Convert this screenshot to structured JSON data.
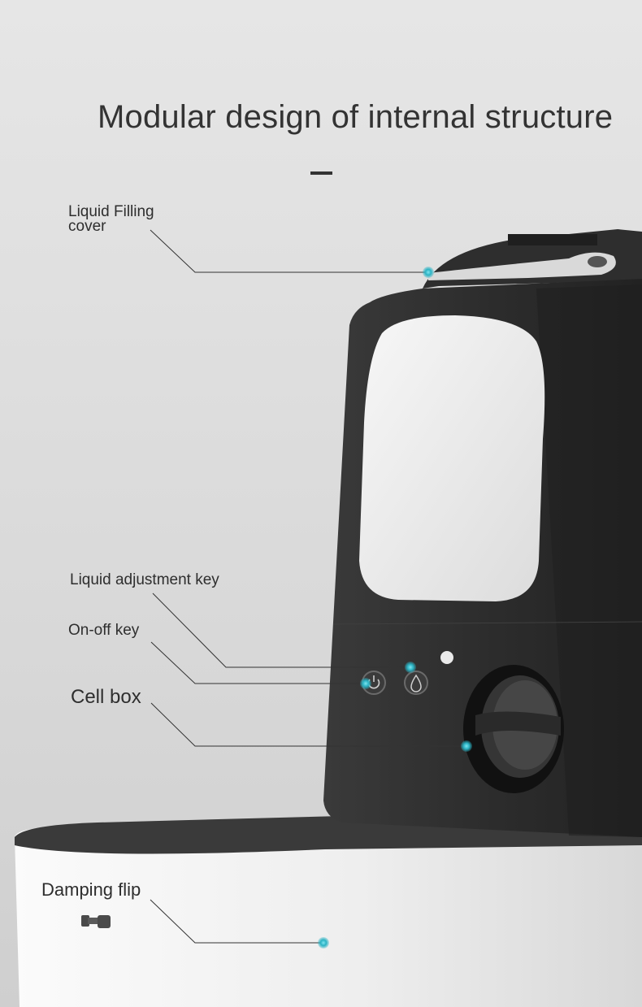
{
  "title": "Modular design of internal structure",
  "callouts": {
    "filling_cover": "Liquid Filling\ncover",
    "adjustment_key": "Liquid adjustment key",
    "onoff_key": "On-off key",
    "cell_box": "Cell box",
    "damping_flip": "Damping flip"
  },
  "colors": {
    "background": "#dedede",
    "device_body": "#2c2c2c",
    "panel": "#ebebeb",
    "marker_dot": "#2bb3c4"
  },
  "icons": [
    "power-icon",
    "droplet-icon"
  ]
}
